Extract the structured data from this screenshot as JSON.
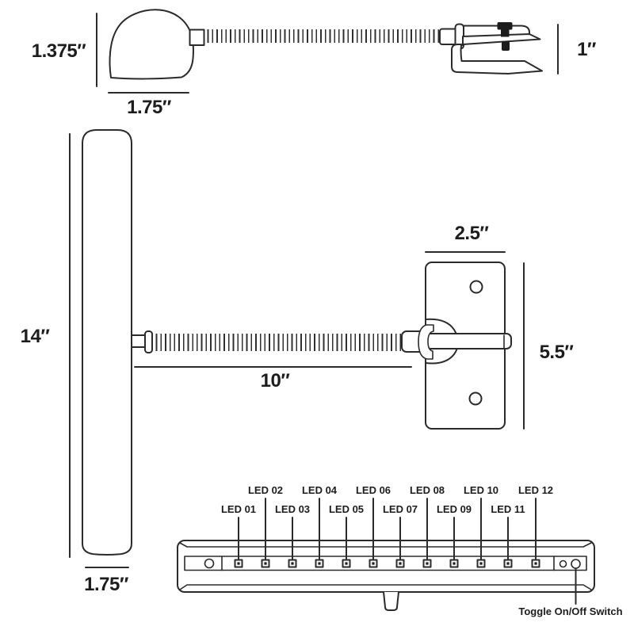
{
  "colors": {
    "background": "#ffffff",
    "line": "#2b2b2b",
    "text": "#1d1d1d",
    "knob": "#1c1c1c"
  },
  "dimensions": {
    "head_height": "1.375″",
    "head_width": "1.75″",
    "clamp_height": "1″",
    "bar_length": "14″",
    "arm_length": "10″",
    "plate_width": "2.5″",
    "plate_height": "5.5″",
    "bar_width": "1.75″"
  },
  "leds": [
    {
      "label": "LED 01"
    },
    {
      "label": "LED 02"
    },
    {
      "label": "LED 03"
    },
    {
      "label": "LED 04"
    },
    {
      "label": "LED 05"
    },
    {
      "label": "LED 06"
    },
    {
      "label": "LED 07"
    },
    {
      "label": "LED 08"
    },
    {
      "label": "LED 09"
    },
    {
      "label": "LED 10"
    },
    {
      "label": "LED 11"
    },
    {
      "label": "LED 12"
    }
  ],
  "annotations": {
    "toggle_switch": "Toggle On/Off Switch"
  }
}
